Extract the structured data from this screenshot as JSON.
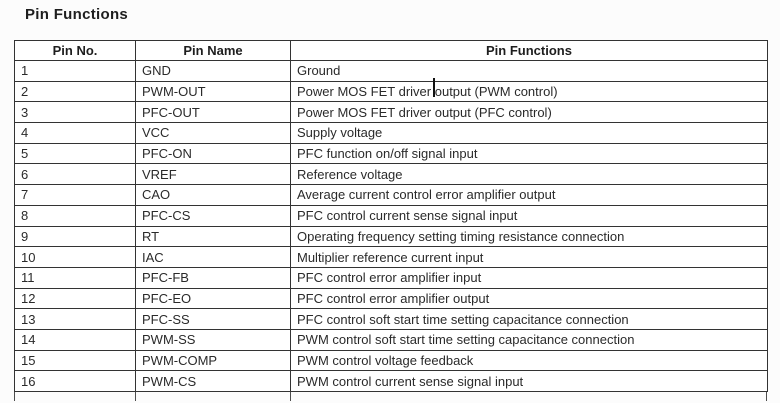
{
  "page": {
    "title": "Pin Functions"
  },
  "colors": {
    "background": "#fcfcfc",
    "table_border": "#333333",
    "text": "#2a2a2a"
  },
  "table": {
    "headers": {
      "pin_no": "Pin No.",
      "pin_name": "Pin Name",
      "pin_functions": "Pin Functions"
    },
    "rows": [
      {
        "no": "1",
        "name": "GND",
        "function": "Ground"
      },
      {
        "no": "2",
        "name": "PWM-OUT",
        "function": "Power MOS FET driver output (PWM control)"
      },
      {
        "no": "3",
        "name": "PFC-OUT",
        "function": "Power MOS FET driver output (PFC control)"
      },
      {
        "no": "4",
        "name": "VCC",
        "function": "Supply voltage"
      },
      {
        "no": "5",
        "name": "PFC-ON",
        "function": "PFC function on/off signal input"
      },
      {
        "no": "6",
        "name": "VREF",
        "function": "Reference voltage"
      },
      {
        "no": "7",
        "name": "CAO",
        "function": "Average current control error amplifier output"
      },
      {
        "no": "8",
        "name": "PFC-CS",
        "function": "PFC control current sense signal input"
      },
      {
        "no": "9",
        "name": "RT",
        "function": "Operating frequency setting timing resistance connection"
      },
      {
        "no": "10",
        "name": "IAC",
        "function": "Multiplier reference current input"
      },
      {
        "no": "11",
        "name": "PFC-FB",
        "function": "PFC control error amplifier input"
      },
      {
        "no": "12",
        "name": "PFC-EO",
        "function": "PFC control error amplifier output"
      },
      {
        "no": "13",
        "name": "PFC-SS",
        "function": "PFC control soft start time setting capacitance connection"
      },
      {
        "no": "14",
        "name": "PWM-SS",
        "function": "PWM control soft start time setting capacitance connection"
      },
      {
        "no": "15",
        "name": "PWM-COMP",
        "function": "PWM control voltage feedback"
      },
      {
        "no": "16",
        "name": "PWM-CS",
        "function": "PWM control current sense signal input"
      }
    ]
  }
}
